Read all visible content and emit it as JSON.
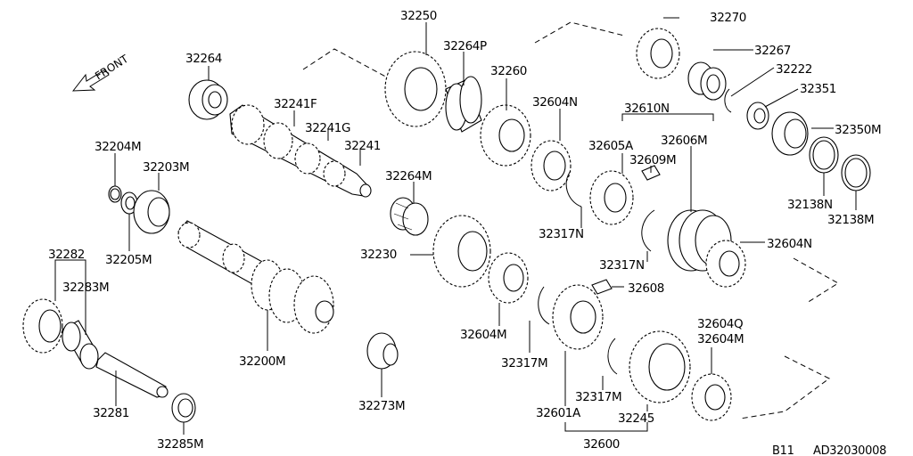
{
  "direction_label": "FRONT",
  "labels": {
    "p32250": "32250",
    "p32264P": "32264P",
    "p32260": "32260",
    "p32270": "32270",
    "p32267": "32267",
    "p32222": "32222",
    "p32351": "32351",
    "p32350M": "32350M",
    "p32264": "32264",
    "p32241F": "32241F",
    "p32241G": "32241G",
    "p32241": "32241",
    "p32604N_a": "32604N",
    "p32610N": "32610N",
    "p32605A": "32605A",
    "p32606M": "32606M",
    "p32609M": "32609M",
    "p32138N": "32138N",
    "p32138M": "32138M",
    "p32204M": "32204M",
    "p32203M": "32203M",
    "p32205M": "32205M",
    "p32264M": "32264M",
    "p32317N_a": "32317N",
    "p32604N_b": "32604N",
    "p32317N_b": "32317N",
    "p32282": "32282",
    "p32283M": "32283M",
    "p32230": "32230",
    "p32608": "32608",
    "p32604M_a": "32604M",
    "p32317M_a": "32317M",
    "p32200M": "32200M",
    "p32604Q": "32604Q",
    "p32604M_b": "32604M",
    "p32317M_b": "32317M",
    "p32273M": "32273M",
    "p32281": "32281",
    "p32601A": "32601A",
    "p32245": "32245",
    "p32285M": "32285M",
    "p32600": "32600"
  },
  "footer": {
    "section": "B11",
    "reference": "AD32030008"
  }
}
